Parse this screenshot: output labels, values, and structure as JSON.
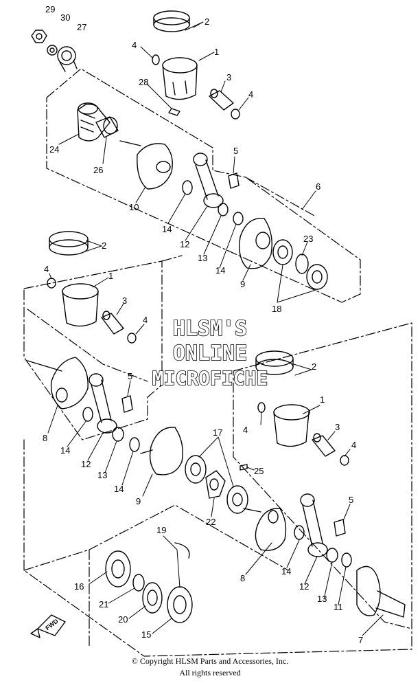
{
  "labels": {
    "l29": "29",
    "l30": "30",
    "l27": "27",
    "l2a": "2",
    "l4a": "4",
    "l1a": "1",
    "l28": "28",
    "l3a": "3",
    "l4b": "4",
    "l24": "24",
    "l26": "26",
    "l10": "10",
    "l5a": "5",
    "l6": "6",
    "l14a": "14",
    "l12a": "12",
    "l13a": "13",
    "l14b": "14",
    "l9a": "9",
    "l23": "23",
    "l18": "18",
    "l2b": "2",
    "l4c": "4",
    "l1b": "1",
    "l3b": "3",
    "l4d": "4",
    "l5b": "5",
    "l8a": "8",
    "l14c": "14",
    "l12b": "12",
    "l13b": "13",
    "l14d": "14",
    "l9b": "9",
    "l17": "17",
    "l25": "25",
    "l22": "22",
    "l2c": "2",
    "l1c": "1",
    "l4e": "4",
    "l3c": "3",
    "l4f": "4",
    "l5c": "5",
    "l8b": "8",
    "l14e": "14",
    "l12c": "12",
    "l13c": "13",
    "l11": "11",
    "l7": "7",
    "l19": "19",
    "l16": "16",
    "l21": "21",
    "l20": "20",
    "l15": "15"
  },
  "watermark": {
    "line1": "HLSM'S",
    "line2": "ONLINE",
    "line3": "MICROFICHE"
  },
  "fwd_label": "FWD",
  "footer": {
    "line1": "© Copyright HLSM Parts and Accessories, Inc.",
    "line2": "All rights reserved"
  }
}
